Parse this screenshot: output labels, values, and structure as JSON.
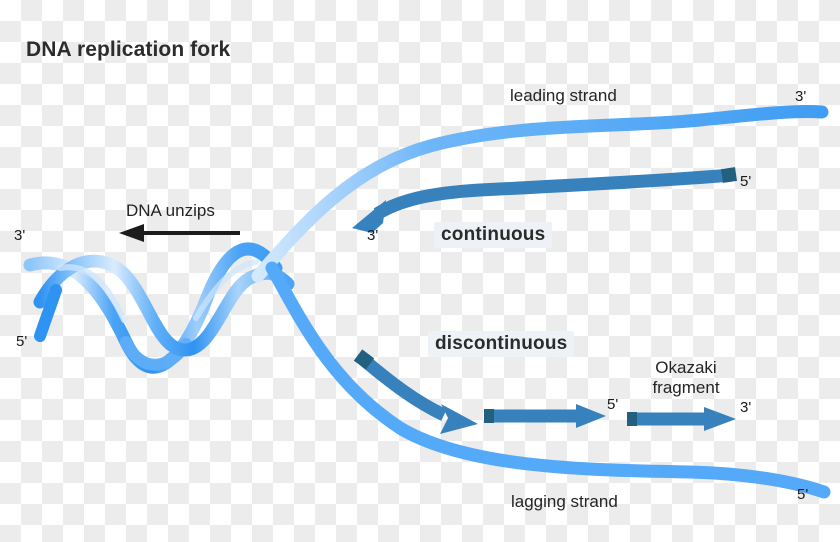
{
  "title": "DNA replication fork",
  "colors": {
    "template_strand_light": "#3f9df3",
    "template_strand_lagging": "#54a9f8",
    "new_strand_dark": "#3782bd",
    "new_strand_cap": "#23607f",
    "helix_light": "#bcdcfb",
    "helix_mid": "#64b0f7",
    "helix_deep": "#2f93f2",
    "text": "#242424",
    "title_text": "#2c2c2c",
    "emph_background": "#eef2f7",
    "unzip_arrow": "#1c1c1c"
  },
  "labels": {
    "leading_strand": "leading strand",
    "lagging_strand": "lagging strand",
    "dna_unzips": "DNA unzips",
    "continuous": "continuous",
    "discontinuous": "discontinuous",
    "okazaki_line1": "Okazaki",
    "okazaki_line2": "fragment"
  },
  "primes": {
    "helix_top_left": "3'",
    "helix_bottom_left": "5'",
    "leading_template_right": "3'",
    "leading_new_right": "5'",
    "leading_new_arrowhead": "3'",
    "okazaki2_start": "5'",
    "okazaki3_end": "3'",
    "lagging_template_right": "5'"
  },
  "diagram": {
    "type": "biology-schematic",
    "subject": "DNA replication fork",
    "elements": [
      {
        "name": "double-helix",
        "role": "parental duplex DNA",
        "side": "left",
        "turns": 2.5
      },
      {
        "name": "leading-template-strand",
        "role": "template for continuous synthesis",
        "polarity_right_end": "3'"
      },
      {
        "name": "lagging-template-strand",
        "role": "template for discontinuous synthesis",
        "polarity_right_end": "5'"
      },
      {
        "name": "leading-new-strand",
        "role": "continuously synthesized daughter strand",
        "direction": "right-to-left",
        "polarity": "5' to 3'"
      },
      {
        "name": "okazaki-fragment-1",
        "role": "discontinuous daughter fragment",
        "direction": "left-to-right"
      },
      {
        "name": "okazaki-fragment-2",
        "role": "discontinuous daughter fragment",
        "direction": "left-to-right"
      },
      {
        "name": "okazaki-fragment-3",
        "role": "discontinuous daughter fragment",
        "direction": "left-to-right"
      },
      {
        "name": "unzip-arrow",
        "role": "direction of helicase unwinding",
        "direction": "leftward"
      }
    ]
  }
}
